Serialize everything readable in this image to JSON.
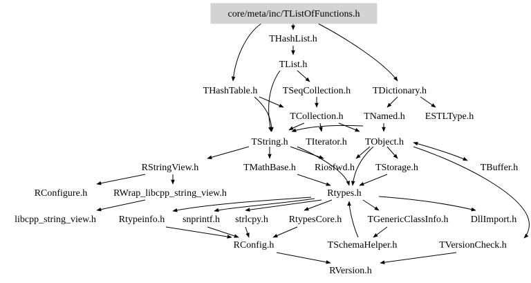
{
  "graph": {
    "root": "core/meta/inc/TListOfFunctions.h",
    "nodes": {
      "root": "core/meta/inc/TListOfFunctions.h",
      "thashlist": "THashList.h",
      "tlist": "TList.h",
      "thashtable": "THashTable.h",
      "tseqcollection": "TSeqCollection.h",
      "tdictionary": "TDictionary.h",
      "tcollection": "TCollection.h",
      "tnamed": "TNamed.h",
      "estltype": "ESTLType.h",
      "tstring": "TString.h",
      "titerator": "TIterator.h",
      "tobject": "TObject.h",
      "rstringview": "RStringView.h",
      "tmathbase": "TMathBase.h",
      "riosfwd": "Riosfwd.h",
      "tstorage": "TStorage.h",
      "tbuffer": "TBuffer.h",
      "rconfigure": "RConfigure.h",
      "rwrap": "RWrap_libcpp_string_view.h",
      "rtypes": "Rtypes.h",
      "libcpp": "libcpp_string_view.h",
      "rtypeinfo": "Rtypeinfo.h",
      "snprintf": "snprintf.h",
      "strlcpy": "strlcpy.h",
      "rtypescore": "RtypesCore.h",
      "tgenericclassinfo": "TGenericClassInfo.h",
      "dllimport": "DllImport.h",
      "rconfig": "RConfig.h",
      "tschemahelper": "TSchemaHelper.h",
      "tversioncheck": "TVersionCheck.h",
      "rversion": "RVersion.h"
    }
  }
}
